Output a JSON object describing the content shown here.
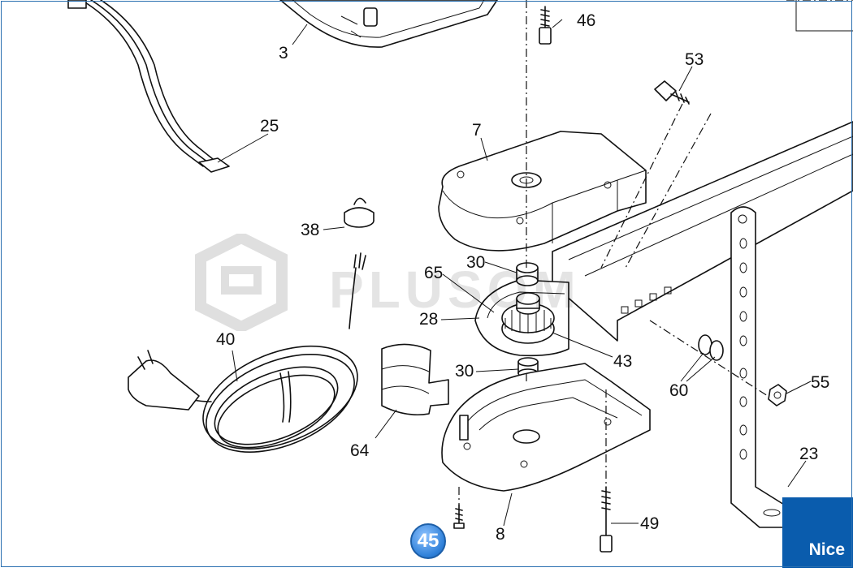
{
  "diagram": {
    "part_labels": [
      {
        "id": "p3",
        "text": "3"
      },
      {
        "id": "p25",
        "text": "25"
      },
      {
        "id": "p38",
        "text": "38"
      },
      {
        "id": "p40",
        "text": "40"
      },
      {
        "id": "p64",
        "text": "64"
      },
      {
        "id": "p7",
        "text": "7"
      },
      {
        "id": "p46",
        "text": "46"
      },
      {
        "id": "p53",
        "text": "53"
      },
      {
        "id": "p30a",
        "text": "30"
      },
      {
        "id": "p65",
        "text": "65"
      },
      {
        "id": "p28",
        "text": "28"
      },
      {
        "id": "p43",
        "text": "43"
      },
      {
        "id": "p30b",
        "text": "30"
      },
      {
        "id": "p60",
        "text": "60"
      },
      {
        "id": "p55",
        "text": "55"
      },
      {
        "id": "p23",
        "text": "23"
      },
      {
        "id": "p49",
        "text": "49"
      },
      {
        "id": "p8",
        "text": "8"
      }
    ],
    "highlighted_part": "45",
    "watermark": "PLUSOM",
    "brand": "Nice"
  },
  "colors": {
    "brand_blue": "#0a5cad",
    "badge_blue": "#2d7fd8",
    "line": "#111111"
  }
}
